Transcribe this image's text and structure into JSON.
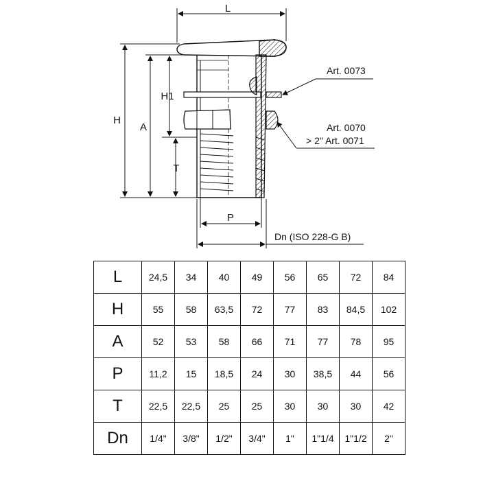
{
  "drawing": {
    "dim_labels": {
      "L": "L",
      "H": "H",
      "A": "A",
      "H1": "H1",
      "T": "T",
      "P": "P"
    },
    "callouts": {
      "art_0073": "Art. 0073",
      "art_0070": "Art. 0070",
      "art_0071": "> 2\" Art. 0071",
      "dn_thread": "Dn (ISO 228-G B)"
    }
  },
  "table": {
    "rows": [
      {
        "label": "L",
        "values": [
          "24,5",
          "34",
          "40",
          "49",
          "56",
          "65",
          "72",
          "84"
        ]
      },
      {
        "label": "H",
        "values": [
          "55",
          "58",
          "63,5",
          "72",
          "77",
          "83",
          "84,5",
          "102"
        ]
      },
      {
        "label": "A",
        "values": [
          "52",
          "53",
          "58",
          "66",
          "71",
          "77",
          "78",
          "95"
        ]
      },
      {
        "label": "P",
        "values": [
          "11,2",
          "15",
          "18,5",
          "24",
          "30",
          "38,5",
          "44",
          "56"
        ]
      },
      {
        "label": "T",
        "values": [
          "22,5",
          "22,5",
          "25",
          "25",
          "30",
          "30",
          "30",
          "42"
        ]
      },
      {
        "label": "Dn",
        "values": [
          "1/4\"",
          "3/8\"",
          "1/2\"",
          "3/4\"",
          "1\"",
          "1\"1/4",
          "1\"1/2",
          "2\""
        ]
      }
    ]
  }
}
